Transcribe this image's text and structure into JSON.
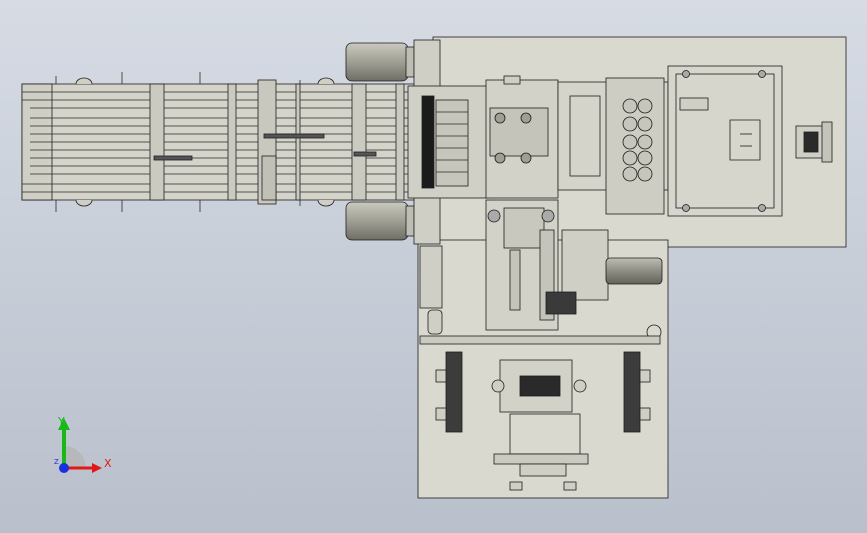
{
  "viewport": {
    "background_top": "#d6dbe4",
    "background_bottom": "#b9c0cc"
  },
  "model": {
    "plate_fill": "#d9d9cf",
    "line_color": "#1e1e1e",
    "motor_fill": "#9f9f94",
    "dark_fill": "#2a2a2a"
  },
  "triad": {
    "x_label": "X",
    "y_label": "Y",
    "z_label": "Z",
    "x_color": "#e01818",
    "y_color": "#18b818",
    "z_color": "#1830e0"
  }
}
